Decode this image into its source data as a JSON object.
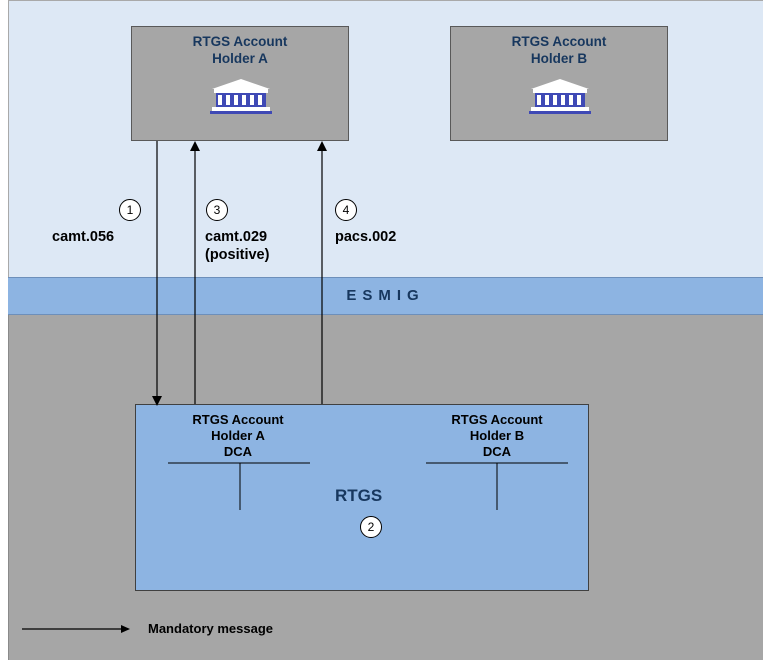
{
  "colors": {
    "network_zone": "#dde8f5",
    "esmig_band": "#8db4e2",
    "platform_zone": "#a6a6a6",
    "holder_box": "#a6a6a6",
    "rtgs_box": "#8db4e2",
    "title_text": "#17375e"
  },
  "holders": [
    {
      "line1": "RTGS Account",
      "line2": "Holder A",
      "icon": "bank-icon"
    },
    {
      "line1": "RTGS Account",
      "line2": "Holder B",
      "icon": "bank-icon"
    }
  ],
  "esmig": {
    "label": "ESMIG"
  },
  "rtgs": {
    "label": "RTGS",
    "step": "2",
    "dca_a": {
      "line1": "RTGS Account",
      "line2": "Holder A",
      "line3": "DCA"
    },
    "dca_b": {
      "line1": "RTGS Account",
      "line2": "Holder B",
      "line3": "DCA"
    }
  },
  "messages": [
    {
      "step": "1",
      "name": "camt.056",
      "note": ""
    },
    {
      "step": "3",
      "name": "camt.029",
      "note": "(positive)"
    },
    {
      "step": "4",
      "name": "pacs.002",
      "note": ""
    }
  ],
  "legend": {
    "label": "Mandatory message"
  }
}
